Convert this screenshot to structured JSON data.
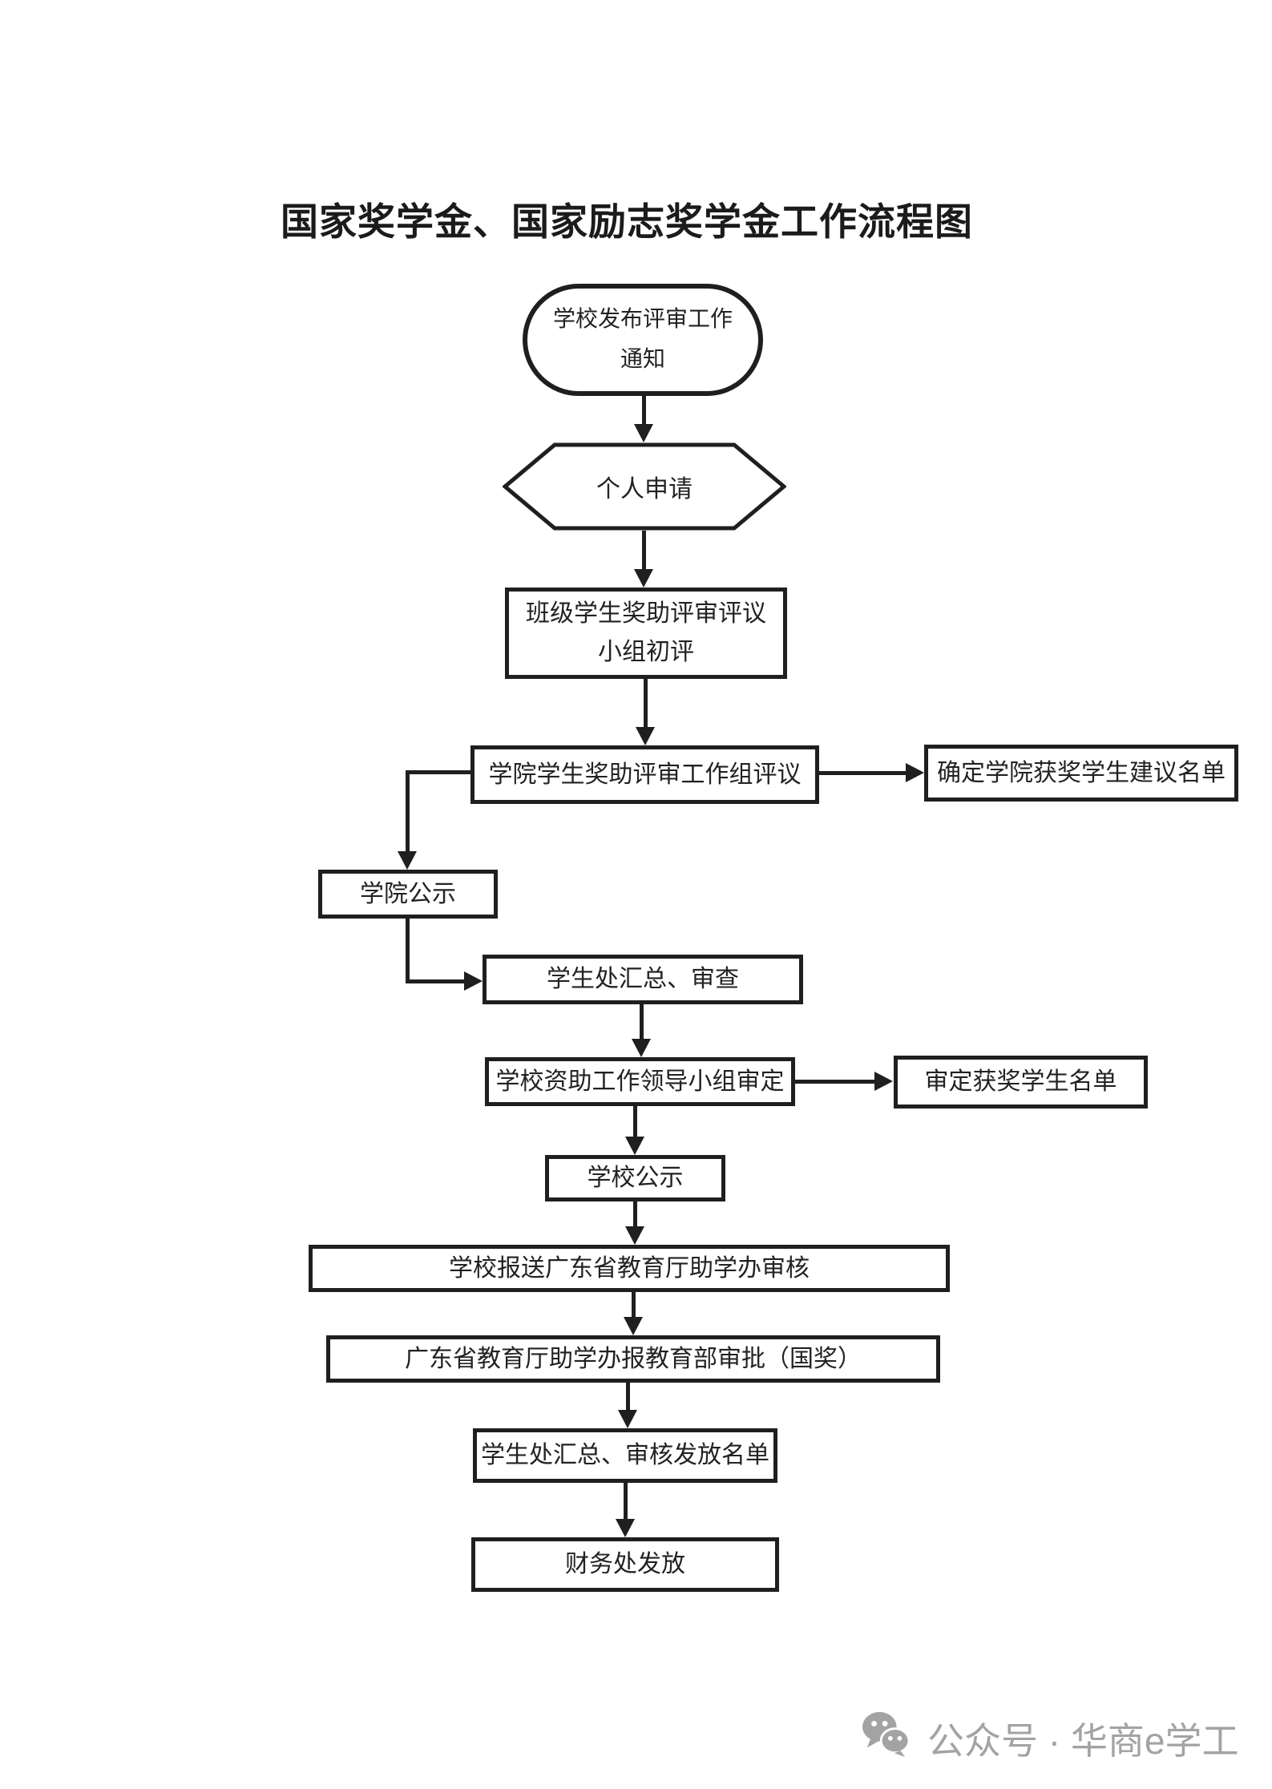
{
  "title": "国家奖学金、国家励志奖学金工作流程图",
  "flowchart": {
    "nodes": [
      {
        "id": "school-notice",
        "shape": "terminator",
        "line1": "学校发布评审工作",
        "line2": "通知"
      },
      {
        "id": "personal-application",
        "shape": "hexagon",
        "line1": "个人申请"
      },
      {
        "id": "class-preliminary-review",
        "shape": "rect",
        "line1": "班级学生奖助评审评议",
        "line2": "小组初评"
      },
      {
        "id": "college-workgroup-review",
        "shape": "rect",
        "line1": "学院学生奖助评审工作组评议"
      },
      {
        "id": "college-suggestion-list",
        "shape": "rect",
        "line1": "确定学院获奖学生建议名单"
      },
      {
        "id": "college-publicity",
        "shape": "rect",
        "line1": "学院公示"
      },
      {
        "id": "student-affairs-review",
        "shape": "rect",
        "line1": "学生处汇总、审查"
      },
      {
        "id": "funding-leading-group",
        "shape": "rect",
        "line1": "学校资助工作领导小组审定"
      },
      {
        "id": "final-award-list",
        "shape": "rect",
        "line1": "审定获奖学生名单"
      },
      {
        "id": "school-publicity",
        "shape": "rect",
        "line1": "学校公示"
      },
      {
        "id": "report-to-province",
        "shape": "rect",
        "line1": "学校报送广东省教育厅助学办审核"
      },
      {
        "id": "province-to-moe",
        "shape": "rect",
        "line1": "广东省教育厅助学办报教育部审批（国奖）"
      },
      {
        "id": "grant-roster",
        "shape": "rect",
        "line1": "学生处汇总、审核发放名单"
      },
      {
        "id": "finance-disbursement",
        "shape": "rect",
        "line1": "财务处发放"
      }
    ]
  },
  "footer": {
    "account_label": "公众号 · 华商e学工",
    "icon": "wechat-icon",
    "color": "#a3a3a3"
  },
  "colors": {
    "line": "#1f1f1f",
    "background": "#ffffff"
  }
}
